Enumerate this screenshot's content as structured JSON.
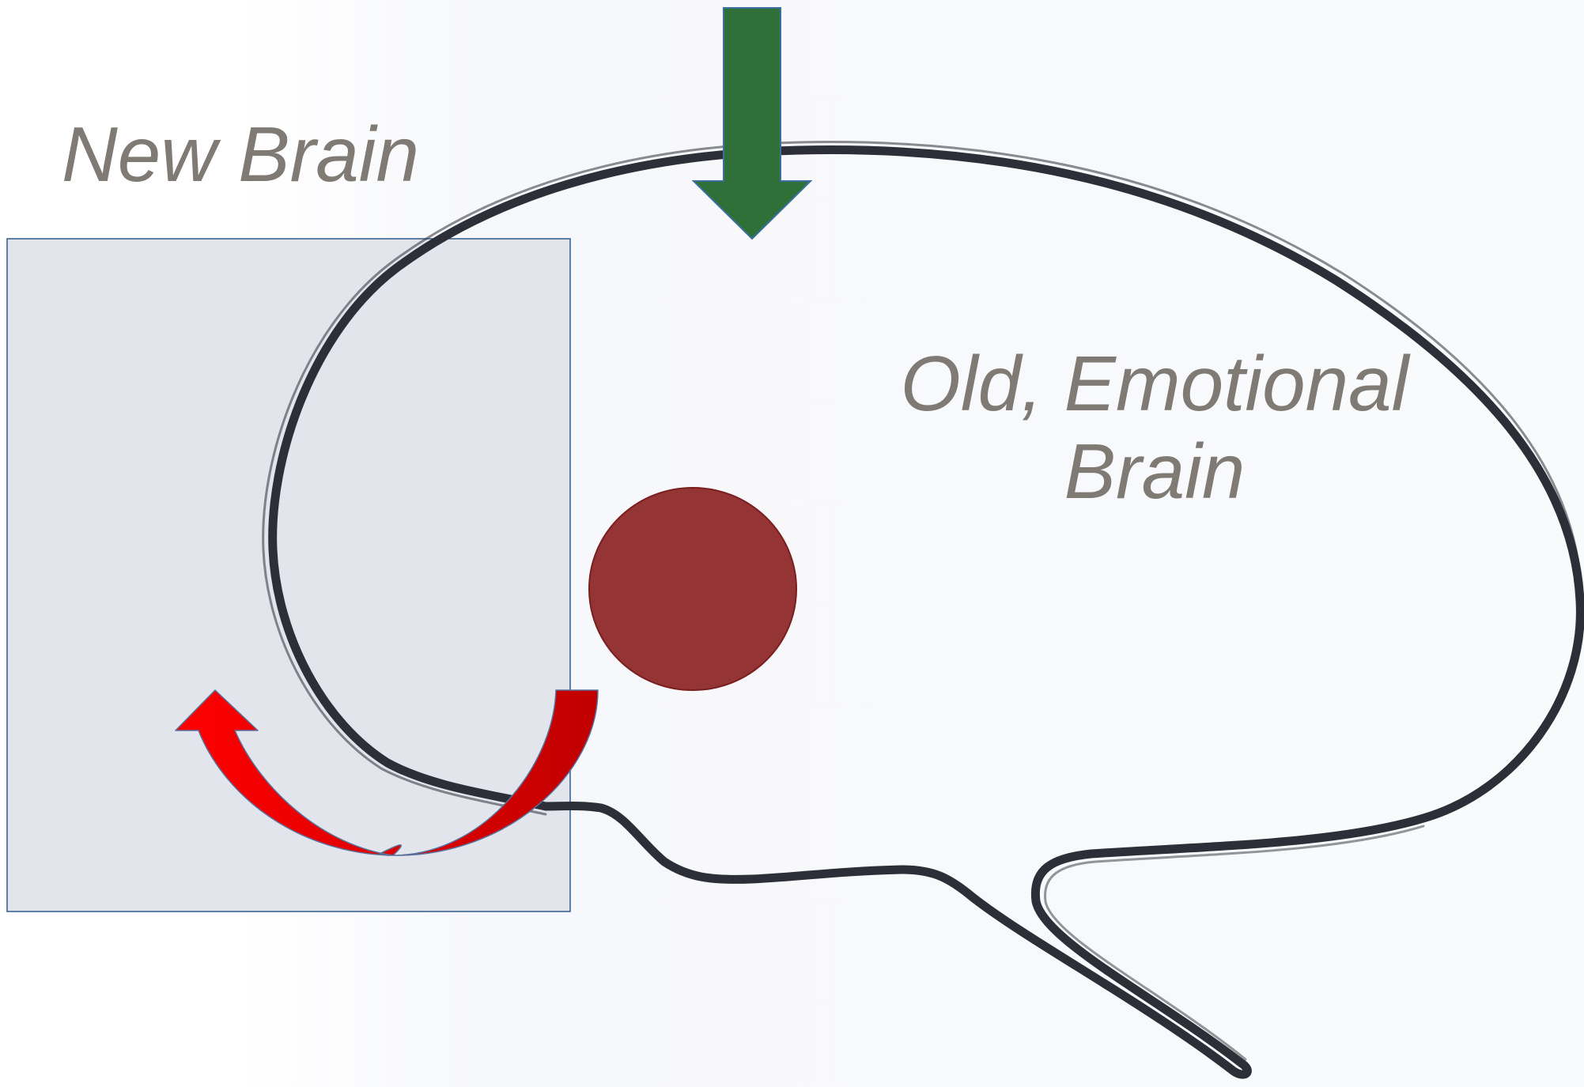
{
  "labels": {
    "new_brain": "New Brain",
    "old_brain_line1": "Old, Emotional",
    "old_brain_line2": "Brain"
  },
  "colors": {
    "label_text": "#7f7b74",
    "brain_outline": "#2d2f38",
    "new_brain_box_fill": "#dfe3ea",
    "new_brain_box_border": "#2f5a8c",
    "green_arrow": "#2e7038",
    "red_circle": "#943434",
    "red_arrow": "#ff0000"
  },
  "icons": {
    "input_arrow": "arrow-down-icon",
    "emotion_dot": "circle-icon",
    "feedback_arrow": "curved-arrow-up-left-icon"
  }
}
